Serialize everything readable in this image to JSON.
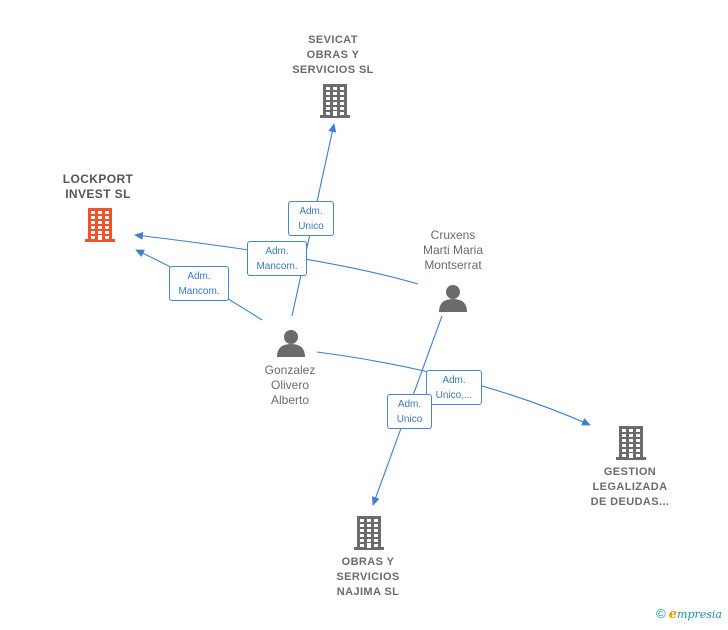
{
  "nodes": {
    "sevicat": {
      "label_lines": [
        "SEVICAT",
        "OBRAS Y",
        "SERVICIOS  SL"
      ],
      "icon": "building-icon",
      "color": "#6b6b6b"
    },
    "lockport": {
      "label_lines": [
        "LOCKPORT",
        "INVEST  SL"
      ],
      "icon": "building-icon",
      "color": "#f0532b"
    },
    "cruxens": {
      "label_lines": [
        "Cruxens",
        "Marti Maria",
        "Montserrat"
      ],
      "icon": "person-icon",
      "color": "#6b6b6b"
    },
    "gonzalez": {
      "label_lines": [
        "Gonzalez",
        "Olivero",
        "Alberto"
      ],
      "icon": "person-icon",
      "color": "#6b6b6b"
    },
    "gestion": {
      "label_lines": [
        "GESTION",
        "LEGALIZADA",
        "DE DEUDAS..."
      ],
      "icon": "building-icon",
      "color": "#6b6b6b"
    },
    "najima": {
      "label_lines": [
        "OBRAS Y",
        "SERVICIOS",
        "NAJIMA  SL"
      ],
      "icon": "building-icon",
      "color": "#6b6b6b"
    }
  },
  "edges": [
    {
      "id": "gonzalez-sevicat",
      "lines": [
        "Adm.",
        "Unico"
      ]
    },
    {
      "id": "cruxens-lockport",
      "lines": [
        "Adm.",
        "Mancom."
      ]
    },
    {
      "id": "gonzalez-lockport",
      "lines": [
        "Adm.",
        "Mancom."
      ]
    },
    {
      "id": "gonzalez-gestion",
      "lines": [
        "Adm.",
        "Unico,..."
      ]
    },
    {
      "id": "cruxens-najima",
      "lines": [
        "Adm.",
        "Unico"
      ]
    }
  ],
  "colors": {
    "edge": "#3f7fcf",
    "edge_label": "#3a78c0"
  },
  "brand": {
    "copyright": "©",
    "e": "e",
    "rest": "mpresia"
  }
}
